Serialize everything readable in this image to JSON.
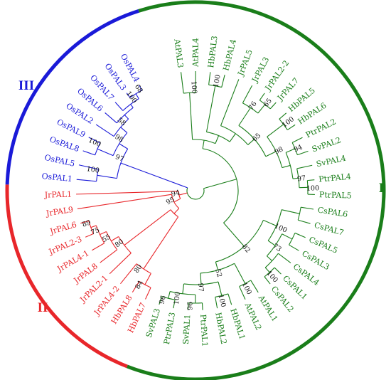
{
  "colors": {
    "group_I": "#1a7e1a",
    "group_II": "#e8262a",
    "group_III": "#1a1ad8",
    "bootstrap_text": "#111111"
  },
  "groups": [
    {
      "id": "I",
      "label": "I",
      "color": "#1a7e1a"
    },
    {
      "id": "II",
      "label": "II",
      "color": "#e8262a"
    },
    {
      "id": "III",
      "label": "III",
      "color": "#1a1ad8"
    }
  ],
  "leaves": [
    {
      "id": "AtPAL3",
      "label": "AtPAL3",
      "group": "I"
    },
    {
      "id": "AtPAL4",
      "label": "AtPAL4",
      "group": "I"
    },
    {
      "id": "HbPAL3",
      "label": "HbPAL3",
      "group": "I"
    },
    {
      "id": "HbPAL4",
      "label": "HbPAL4",
      "group": "I"
    },
    {
      "id": "JrPAL5",
      "label": "JrPAL5",
      "group": "I"
    },
    {
      "id": "JrPAL3",
      "label": "JrPAL3",
      "group": "I"
    },
    {
      "id": "JrPAL2-2",
      "label": "JrPAL2-2",
      "group": "I"
    },
    {
      "id": "JrPAL7",
      "label": "JrPAL7",
      "group": "I"
    },
    {
      "id": "HbPAL5",
      "label": "HbPAL5",
      "group": "I"
    },
    {
      "id": "HbPAL6",
      "label": "HbPAL6",
      "group": "I"
    },
    {
      "id": "PtrPAL2",
      "label": "PtrPAL2",
      "group": "I"
    },
    {
      "id": "SvPAL2",
      "label": "SvPAL2",
      "group": "I"
    },
    {
      "id": "SvPAL4",
      "label": "SvPAL4",
      "group": "I"
    },
    {
      "id": "PtrPAL4",
      "label": "PtrPAL4",
      "group": "I"
    },
    {
      "id": "PtrPAL5",
      "label": "PtrPAL5",
      "group": "I"
    },
    {
      "id": "CsPAL6",
      "label": "CsPAL6",
      "group": "I"
    },
    {
      "id": "CsPAL7",
      "label": "CsPAL7",
      "group": "I"
    },
    {
      "id": "CsPAL5",
      "label": "CsPAL5",
      "group": "I"
    },
    {
      "id": "CsPAL3",
      "label": "CsPAL3",
      "group": "I"
    },
    {
      "id": "CsPAL4",
      "label": "CsPAL4",
      "group": "I"
    },
    {
      "id": "CsPAL1",
      "label": "CsPAL1",
      "group": "I"
    },
    {
      "id": "CsPAL2",
      "label": "CsPAL2",
      "group": "I"
    },
    {
      "id": "AtPAL1",
      "label": "AtPAL1",
      "group": "I"
    },
    {
      "id": "AtPAL2",
      "label": "AtPAL2",
      "group": "I"
    },
    {
      "id": "HbPAL1",
      "label": "HbPAL1",
      "group": "I"
    },
    {
      "id": "HbPAL2",
      "label": "HbPAL2",
      "group": "I"
    },
    {
      "id": "PtrPAL1",
      "label": "PtrPAL1",
      "group": "I"
    },
    {
      "id": "SvPAL1",
      "label": "SvPAL1",
      "group": "I"
    },
    {
      "id": "PtrPAL3",
      "label": "PtrPAL3",
      "group": "I"
    },
    {
      "id": "SvPAL3",
      "label": "SvPAL3",
      "group": "I"
    },
    {
      "id": "HbPAL7",
      "label": "HbPAL7",
      "group": "II"
    },
    {
      "id": "HbPAL8",
      "label": "HbPAL8",
      "group": "II"
    },
    {
      "id": "JrPAL4-2",
      "label": "JrPAL4-2",
      "group": "II"
    },
    {
      "id": "JrPAL2-1",
      "label": "JrPAL2-1",
      "group": "II"
    },
    {
      "id": "JrPAL8",
      "label": "JrPAL8",
      "group": "II"
    },
    {
      "id": "JrPAL4-1",
      "label": "JrPAL4-1",
      "group": "II"
    },
    {
      "id": "JrPAL2-3",
      "label": "JrPAL2-3",
      "group": "II"
    },
    {
      "id": "JrPAL6",
      "label": "JrPAL6",
      "group": "II"
    },
    {
      "id": "JrPAL9",
      "label": "JrPAL9",
      "group": "II"
    },
    {
      "id": "JrPAL1",
      "label": "JrPAL1",
      "group": "II"
    },
    {
      "id": "OsPAL1",
      "label": "OsPAL1",
      "group": "III"
    },
    {
      "id": "OsPAL5",
      "label": "OsPAL5",
      "group": "III"
    },
    {
      "id": "OsPAL8",
      "label": "OsPAL8",
      "group": "III"
    },
    {
      "id": "OsPAL9",
      "label": "OsPAL9",
      "group": "III"
    },
    {
      "id": "OsPAL2",
      "label": "OsPAL2",
      "group": "III"
    },
    {
      "id": "OsPAL6",
      "label": "OsPAL6",
      "group": "III"
    },
    {
      "id": "OsPAL7",
      "label": "OsPAL7",
      "group": "III"
    },
    {
      "id": "OsPAL3",
      "label": "OsPAL3",
      "group": "III"
    },
    {
      "id": "OsPAL4",
      "label": "OsPAL4",
      "group": "III"
    }
  ],
  "clades": [
    {
      "id": "c_at34",
      "children": [
        "AtPAL3",
        "AtPAL4"
      ],
      "bootstrap": "100",
      "group": "I"
    },
    {
      "id": "c_hb34",
      "children": [
        "HbPAL3",
        "HbPAL4"
      ],
      "bootstrap": "100",
      "group": "I"
    },
    {
      "id": "c_jr7",
      "children": [
        "JrPAL2-2",
        "JrPAL7"
      ],
      "bootstrap": "65",
      "group": "I"
    },
    {
      "id": "c_jr3",
      "children": [
        "JrPAL3",
        "c_jr7"
      ],
      "bootstrap": "76",
      "group": "I"
    },
    {
      "id": "c_hb56",
      "children": [
        "HbPAL5",
        "HbPAL6"
      ],
      "bootstrap": "100",
      "group": "I"
    },
    {
      "id": "c_sv2",
      "children": [
        "PtrPAL2",
        "SvPAL2"
      ],
      "bootstrap": "94",
      "group": "I"
    },
    {
      "id": "c_ptr45",
      "children": [
        "PtrPAL4",
        "PtrPAL5"
      ],
      "bootstrap": "100",
      "group": "I"
    },
    {
      "id": "c_sv4",
      "children": [
        "SvPAL4",
        "c_ptr45"
      ],
      "bootstrap": "97",
      "group": "I"
    },
    {
      "id": "c_svptr",
      "children": [
        "c_sv2",
        "c_sv4"
      ],
      "bootstrap": "",
      "group": "I"
    },
    {
      "id": "c_hbsv",
      "children": [
        "c_hb56",
        "c_svptr"
      ],
      "bootstrap": "98",
      "group": "I"
    },
    {
      "id": "c_jrhb",
      "children": [
        "c_jr3",
        "c_hbsv"
      ],
      "bootstrap": "65",
      "group": "I"
    },
    {
      "id": "c_jr5",
      "children": [
        "JrPAL5",
        "c_jrhb"
      ],
      "bootstrap": "",
      "group": "I"
    },
    {
      "id": "c_hbjr",
      "children": [
        "c_hb34",
        "c_jr5"
      ],
      "bootstrap": "",
      "group": "I"
    },
    {
      "id": "c_up",
      "children": [
        "c_at34",
        "c_hbjr"
      ],
      "bootstrap": "",
      "group": "I"
    },
    {
      "id": "c_cs67",
      "children": [
        "CsPAL6",
        "CsPAL7"
      ],
      "bootstrap": "",
      "group": "I"
    },
    {
      "id": "c_cs53",
      "children": [
        "CsPAL5",
        "CsPAL3"
      ],
      "bootstrap": "",
      "group": "I"
    },
    {
      "id": "c_cs12",
      "children": [
        "CsPAL1",
        "CsPAL2"
      ],
      "bootstrap": "100",
      "group": "I"
    },
    {
      "id": "c_cs4",
      "children": [
        "CsPAL4",
        "c_cs12"
      ],
      "bootstrap": "",
      "group": "I"
    },
    {
      "id": "c_cs5",
      "children": [
        "c_cs53",
        "c_cs4"
      ],
      "bootstrap": "73",
      "group": "I"
    },
    {
      "id": "c_cs",
      "children": [
        "c_cs67",
        "c_cs5"
      ],
      "bootstrap": "100",
      "group": "I"
    },
    {
      "id": "c_at12",
      "children": [
        "AtPAL1",
        "AtPAL2"
      ],
      "bootstrap": "100",
      "group": "I"
    },
    {
      "id": "c_hb12",
      "children": [
        "HbPAL1",
        "HbPAL2"
      ],
      "bootstrap": "100",
      "group": "I"
    },
    {
      "id": "c_sv1",
      "children": [
        "PtrPAL1",
        "SvPAL1"
      ],
      "bootstrap": "96",
      "group": "I"
    },
    {
      "id": "c_sv3",
      "children": [
        "PtrPAL3",
        "SvPAL3"
      ],
      "bootstrap": "96",
      "group": "I"
    },
    {
      "id": "c_svp",
      "children": [
        "c_sv1",
        "c_sv3"
      ],
      "bootstrap": "100",
      "group": "I"
    },
    {
      "id": "c_hbsvp",
      "children": [
        "c_hb12",
        "c_svp"
      ],
      "bootstrap": "97",
      "group": "I"
    },
    {
      "id": "c_athb",
      "children": [
        "c_at12",
        "c_hbsvp"
      ],
      "bootstrap": "52",
      "group": "I"
    },
    {
      "id": "c_low",
      "children": [
        "c_cs",
        "c_athb"
      ],
      "bootstrap": "82",
      "group": "I"
    },
    {
      "id": "c_I",
      "children": [
        "c_up",
        "c_low"
      ],
      "bootstrap": "",
      "group": "I"
    },
    {
      "id": "c_hb78",
      "children": [
        "HbPAL7",
        "HbPAL8"
      ],
      "bootstrap": "84",
      "group": "II"
    },
    {
      "id": "c_hb782",
      "children": [
        "c_hb78",
        "JrPAL4-2"
      ],
      "bootstrap": "80",
      "group": "II"
    },
    {
      "id": "c_jr26",
      "children": [
        "JrPAL2-3",
        "JrPAL6"
      ],
      "bootstrap": "89",
      "group": "II"
    },
    {
      "id": "c_jr41",
      "children": [
        "JrPAL4-1",
        "c_jr26"
      ],
      "bootstrap": "75",
      "group": "II"
    },
    {
      "id": "c_jr8",
      "children": [
        "JrPAL8",
        "c_jr41"
      ],
      "bootstrap": "55",
      "group": "II"
    },
    {
      "id": "c_jr21",
      "children": [
        "JrPAL2-1",
        "c_jr8"
      ],
      "bootstrap": "80",
      "group": "II"
    },
    {
      "id": "c_IIa",
      "children": [
        "c_hb782",
        "c_jr21"
      ],
      "bootstrap": "",
      "group": "II"
    },
    {
      "id": "c_IIb",
      "children": [
        "c_IIa",
        "JrPAL9"
      ],
      "bootstrap": "95",
      "group": "II"
    },
    {
      "id": "c_II",
      "children": [
        "c_IIb",
        "JrPAL1"
      ],
      "bootstrap": "94",
      "group": "II"
    },
    {
      "id": "c_os15",
      "children": [
        "OsPAL1",
        "OsPAL5"
      ],
      "bootstrap": "100",
      "group": "III"
    },
    {
      "id": "c_os89",
      "children": [
        "OsPAL8",
        "OsPAL9"
      ],
      "bootstrap": "100",
      "group": "III"
    },
    {
      "id": "c_os34",
      "children": [
        "OsPAL3",
        "OsPAL4"
      ],
      "bootstrap": "68",
      "group": "III"
    },
    {
      "id": "c_os7",
      "children": [
        "OsPAL7",
        "c_os34"
      ],
      "bootstrap": "100",
      "group": "III"
    },
    {
      "id": "c_os6",
      "children": [
        "OsPAL6",
        "c_os7"
      ],
      "bootstrap": "",
      "group": "III"
    },
    {
      "id": "c_os2",
      "children": [
        "OsPAL2",
        "c_os6"
      ],
      "bootstrap": "58",
      "group": "III"
    },
    {
      "id": "c_os9",
      "children": [
        "c_os89",
        "c_os2"
      ],
      "bootstrap": "98",
      "group": "III"
    },
    {
      "id": "c_osb",
      "children": [
        "c_os15",
        "c_os9"
      ],
      "bootstrap": "97",
      "group": "III"
    },
    {
      "id": "c_III",
      "children": [
        "c_osb"
      ],
      "bootstrap": "",
      "group": "III"
    },
    {
      "id": "root",
      "children": [
        "c_I",
        "c_II",
        "c_III"
      ],
      "bootstrap": "",
      "group": "I"
    }
  ]
}
